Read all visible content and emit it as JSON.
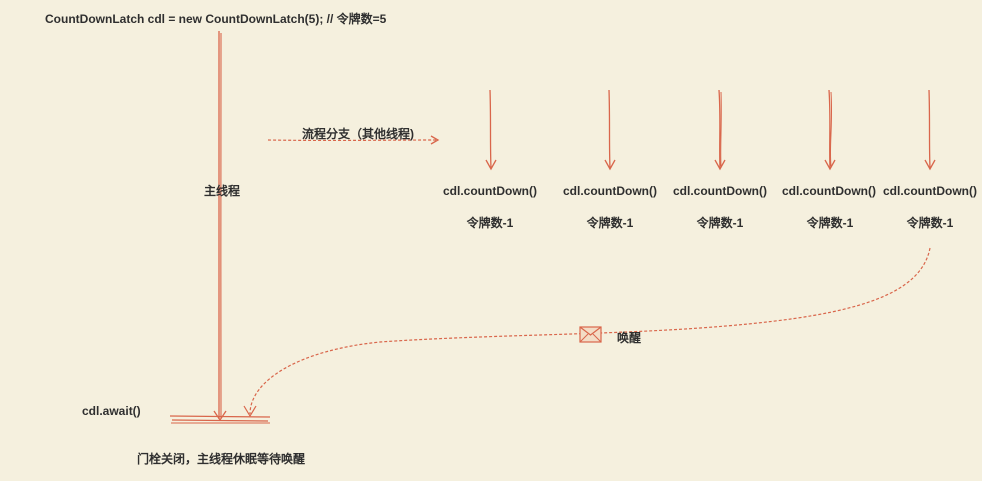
{
  "init_code": "CountDownLatch cdl = new CountDownLatch(5); // 令牌数=5",
  "main_thread_label": "主线程",
  "branch_label": "流程分支（其他线程)",
  "countdown_calls": [
    {
      "call": "cdl.countDown()",
      "effect": "令牌数-1"
    },
    {
      "call": "cdl.countDown()",
      "effect": "令牌数-1"
    },
    {
      "call": "cdl.countDown()",
      "effect": "令牌数-1"
    },
    {
      "call": "cdl.countDown()",
      "effect": "令牌数-1"
    },
    {
      "call": "cdl.countDown()",
      "effect": "令牌数-1"
    }
  ],
  "await_call": "cdl.await()",
  "wake_label": "唤醒",
  "latch_note": "门栓关闭，主线程休眠等待唤醒",
  "colors": {
    "background": "#f5f0de",
    "stroke": "#d9664b",
    "text": "#2f2f2f"
  },
  "icons": {
    "wake": "envelope-icon"
  }
}
